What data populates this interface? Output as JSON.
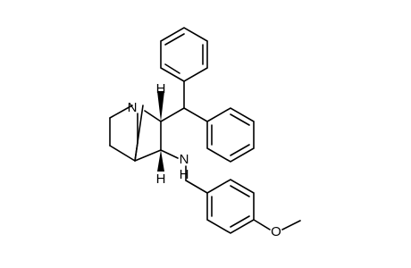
{
  "molecule": {
    "atoms": {
      "n_ring": "N",
      "h_top": "H",
      "h_bottom": "H",
      "nh": "N",
      "nh_h": "H",
      "oxygen": "O"
    }
  }
}
